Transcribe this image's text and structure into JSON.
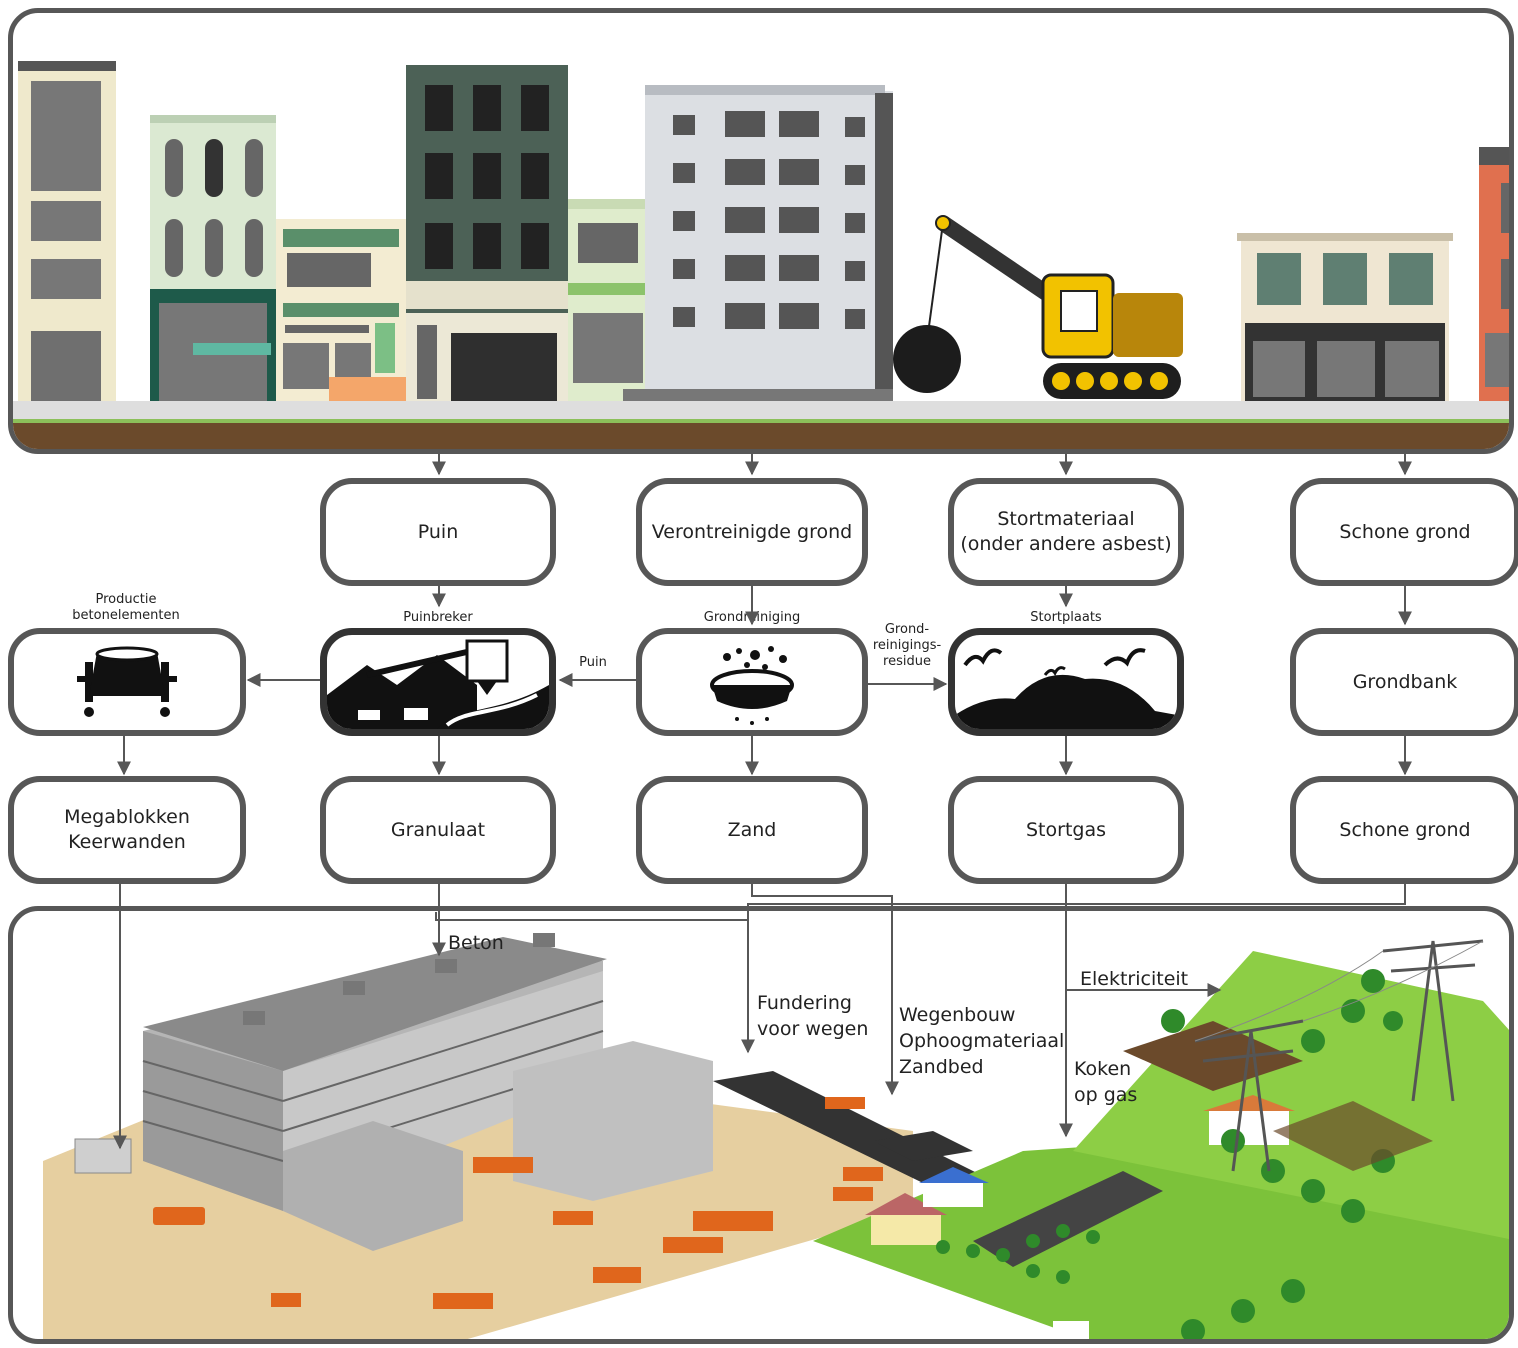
{
  "nodes": {
    "puin": "Puin",
    "verontreinigde_grond": "Verontreinigde grond",
    "stortmateriaal_l1": "Stortmateriaal",
    "stortmateriaal_l2": "(onder andere asbest)",
    "schone_grond_top": "Schone grond",
    "grondbank": "Grondbank",
    "megablokken_l1": "Megablokken",
    "megablokken_l2": "Keerwanden",
    "granulaat": "Granulaat",
    "zand": "Zand",
    "stortgas": "Stortgas",
    "schone_grond_bottom": "Schone grond"
  },
  "process_labels": {
    "productie_l1": "Productie",
    "productie_l2": "betonelementen",
    "puinbreker": "Puinbreker",
    "grondreiniging": "Grondreiniging",
    "stortplaats": "Stortplaats"
  },
  "edge_labels": {
    "puin": "Puin",
    "residue_l1": "Grond-",
    "residue_l2": "reinigings-",
    "residue_l3": "residue"
  },
  "uses": {
    "beton": "Beton",
    "fundering_l1": "Fundering",
    "fundering_l2": "voor wegen",
    "wegenbouw_l1": "Wegenbouw",
    "wegenbouw_l2": "Ophoogmateriaal",
    "wegenbouw_l3": "Zandbed",
    "elektriciteit": "Elektriciteit",
    "koken_l1": "Koken",
    "koken_l2": "op gas"
  },
  "colors": {
    "frame": "#575757",
    "crane": "#f2c200",
    "soil": "#6b4a2b",
    "grass": "#7cc23a",
    "machinery": "#e0661c"
  }
}
